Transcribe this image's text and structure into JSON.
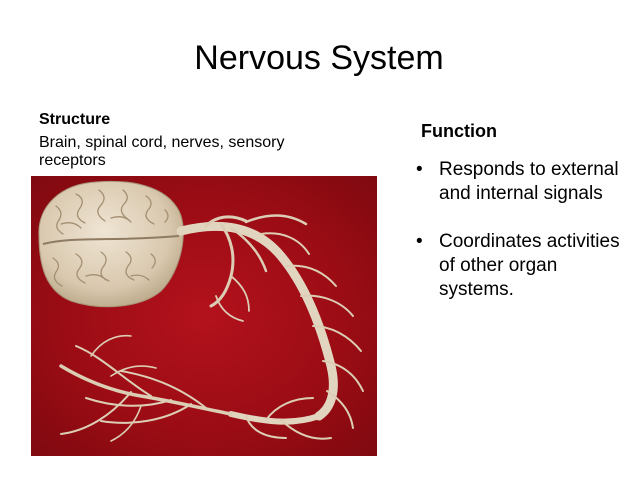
{
  "slide": {
    "title": "Nervous System",
    "structure": {
      "heading": "Structure",
      "body": "Brain, spinal cord, nerves, sensory receptors"
    },
    "function": {
      "heading": "Function",
      "bullet_glyph": "•",
      "items": [
        "Responds to external and internal signals",
        "Coordinates activities of other organ systems."
      ]
    },
    "photo": {
      "background_color": "#a80f18",
      "tissue_color": "#e4d8c4"
    }
  }
}
